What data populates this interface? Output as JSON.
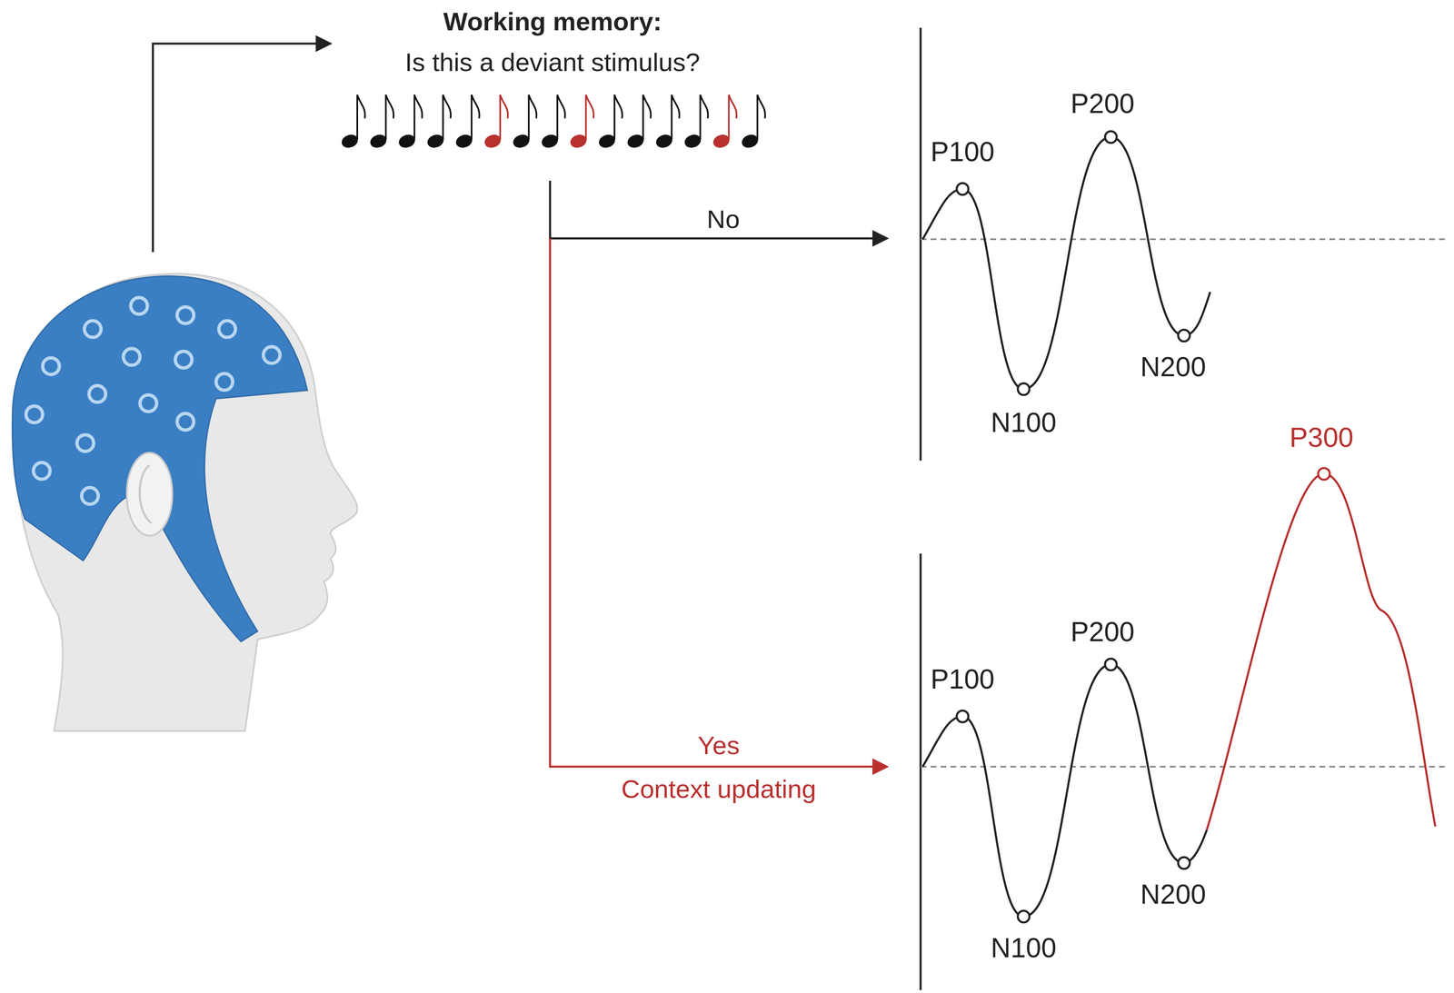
{
  "diagram": {
    "labels": [
      "Working memory:",
      "Is this a deviant stimulus?",
      "No",
      "Yes",
      "Context updating",
      "P100",
      "N100",
      "P200",
      "N200",
      "P100",
      "N100",
      "P200",
      "N200",
      "P300"
    ]
  }
}
